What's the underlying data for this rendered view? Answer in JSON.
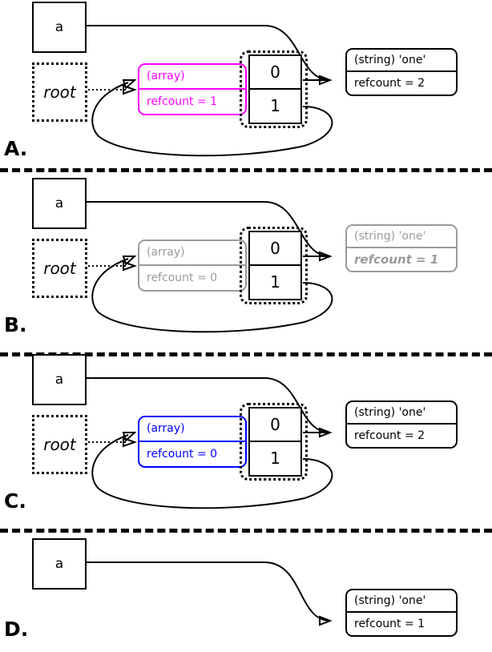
{
  "diagram": {
    "title": "PHP reference counting / garbage collection states",
    "colors": {
      "magenta": "#ff00ff",
      "blue": "#0000ff",
      "grey": "#9a9a9a",
      "black": "#000000"
    },
    "panels": [
      {
        "label": "A.",
        "variable": {
          "name": "a"
        },
        "root": {
          "name": "root"
        },
        "array": {
          "type_label": "(array)",
          "refcount_label": "refcount = 1",
          "color": "magenta",
          "dimmed": false
        },
        "cells": [
          {
            "index": "0"
          },
          {
            "index": "1"
          }
        ],
        "string": {
          "type_label": "(string) 'one'",
          "refcount_label": "refcount = 2",
          "color": "black",
          "dimmed": false,
          "refcount_emphasis": false
        }
      },
      {
        "label": "B.",
        "variable": {
          "name": "a"
        },
        "root": {
          "name": "root"
        },
        "array": {
          "type_label": "(array)",
          "refcount_label": "refcount = 0",
          "color": "grey",
          "dimmed": true
        },
        "cells": [
          {
            "index": "0"
          },
          {
            "index": "1"
          }
        ],
        "string": {
          "type_label": "(string) 'one'",
          "refcount_label": "refcount = 1",
          "color": "grey",
          "dimmed": true,
          "refcount_emphasis": true
        }
      },
      {
        "label": "C.",
        "variable": {
          "name": "a"
        },
        "root": {
          "name": "root"
        },
        "array": {
          "type_label": "(array)",
          "refcount_label": "refcount = 0",
          "color": "blue",
          "dimmed": false
        },
        "cells": [
          {
            "index": "0"
          },
          {
            "index": "1"
          }
        ],
        "string": {
          "type_label": "(string) 'one'",
          "refcount_label": "refcount = 2",
          "color": "black",
          "dimmed": false,
          "refcount_emphasis": false
        }
      },
      {
        "label": "D.",
        "variable": {
          "name": "a"
        },
        "root": null,
        "array": null,
        "cells": [],
        "string": {
          "type_label": "(string) 'one'",
          "refcount_label": "refcount = 1",
          "color": "black",
          "dimmed": false,
          "refcount_emphasis": false
        }
      }
    ]
  }
}
